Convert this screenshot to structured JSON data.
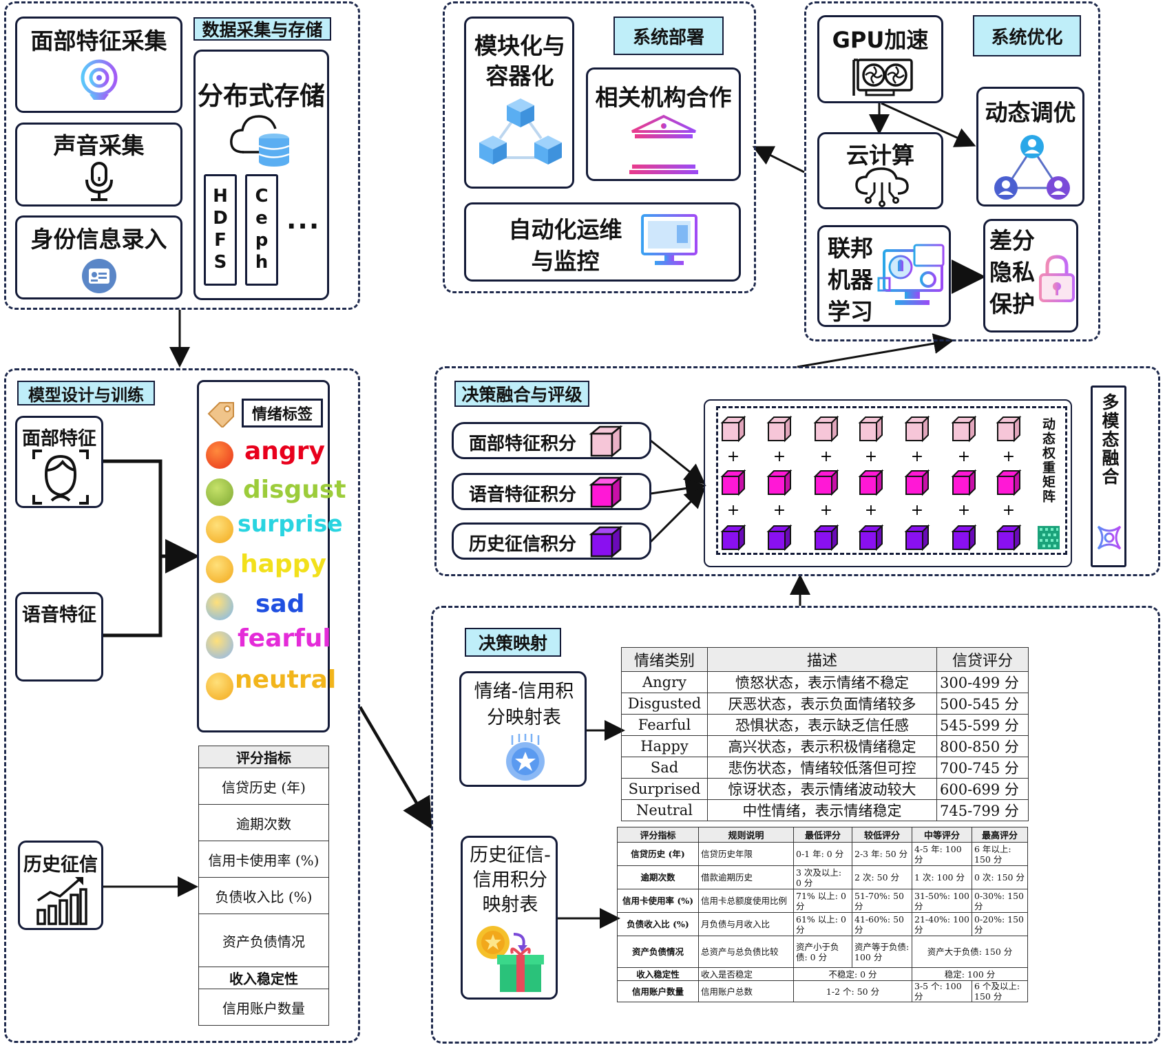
{
  "collect": {
    "face": "面部特征采集",
    "voice": "声音采集",
    "identity": "身份信息录入",
    "tag": "数据采集与存储",
    "storage": "分布式存储",
    "hdfs": "HDFS",
    "ceph": "Ceph",
    "ellipsis": "..."
  },
  "deploy": {
    "tag": "系统部署",
    "modular": "模块化与容器化",
    "partner": "相关机构合作",
    "ops_line1": "自动化运维",
    "ops_line2": "与监控"
  },
  "optimize": {
    "tag": "系统优化",
    "gpu": "GPU加速",
    "cloud": "云计算",
    "tuning": "动态调优",
    "federated": "联邦机器学习",
    "privacy": "差分隐私保护"
  },
  "model": {
    "tag": "模型设计与训练",
    "face": "面部特征",
    "voice": "语音特征",
    "history": "历史征信",
    "emotion_tag": "情绪标签",
    "emotions": [
      {
        "label": "angry",
        "color": "#e8001c"
      },
      {
        "label": "disgust",
        "color": "#9ccc3a"
      },
      {
        "label": "surprise",
        "color": "#29d4e0"
      },
      {
        "label": "happy",
        "color": "#f2e01b"
      },
      {
        "label": "sad",
        "color": "#1f4fe0"
      },
      {
        "label": "fearful",
        "color": "#e42bd8"
      },
      {
        "label": "neutral",
        "color": "#f2b51b"
      }
    ],
    "metrics_header": "评分指标",
    "metrics": [
      "信贷历史 (年)",
      "逾期次数",
      "信用卡使用率 (%)",
      "负债收入比 (%)",
      "资产负债情况",
      "收入稳定性",
      "信用账户数量"
    ]
  },
  "fusion": {
    "tag": "决策融合与评级",
    "face_score": "面部特征积分",
    "voice_score": "语音特征积分",
    "history_score": "历史征信积分",
    "matrix_label": "动态权重矩阵",
    "multimodal": "多模态融合",
    "plus": "+",
    "colors": {
      "row1": "#f6c6d8",
      "row2": "#ff18d6",
      "row3": "#8a10f0"
    }
  },
  "mapping": {
    "tag": "决策映射",
    "emotion_table_title": "情绪-信用积分映射表",
    "history_table_title": "历史征信-信用积分映射表",
    "emotion_table": {
      "headers": [
        "情绪类别",
        "描述",
        "信贷评分"
      ],
      "rows": [
        [
          "Angry",
          "愤怒状态，表示情绪不稳定",
          "300-499 分"
        ],
        [
          "Disgusted",
          "厌恶状态，表示负面情绪较多",
          "500-545 分"
        ],
        [
          "Fearful",
          "恐惧状态，表示缺乏信任感",
          "545-599 分"
        ],
        [
          "Happy",
          "高兴状态，表示积极情绪稳定",
          "800-850 分"
        ],
        [
          "Sad",
          "悲伤状态，情绪较低落但可控",
          "700-745 分"
        ],
        [
          "Surprised",
          "惊讶状态，表示情绪波动较大",
          "600-699 分"
        ],
        [
          "Neutral",
          "中性情绪，表示情绪稳定",
          "745-799 分"
        ]
      ]
    },
    "history_table": {
      "headers": [
        "评分指标",
        "规则说明",
        "最低评分",
        "较低评分",
        "中等评分",
        "最高评分"
      ],
      "rows": [
        [
          "信贷历史 (年)",
          "信贷历史年限",
          "0-1 年: 0 分",
          "2-3 年: 50 分",
          "4-5 年: 100 分",
          "6 年以上: 150 分"
        ],
        [
          "逾期次数",
          "借款逾期历史",
          "3 次及以上: 0 分",
          "2 次: 50 分",
          "1 次: 100 分",
          "0 次: 150 分"
        ],
        [
          "信用卡使用率 (%)",
          "信用卡总额度使用比例",
          "71% 以上: 0 分",
          "51-70%: 50 分",
          "31-50%: 100 分",
          "0-30%: 150 分"
        ],
        [
          "负债收入比 (%)",
          "月负债与月收入比",
          "61% 以上: 0 分",
          "41-60%: 50 分",
          "21-40%: 100 分",
          "0-20%: 150 分"
        ],
        [
          "资产负债情况",
          "总资产与总负债比较",
          "资产小于负债: 0 分",
          "资产等于负债: 100 分",
          "资产大于负债: 150 分"
        ],
        [
          "收入稳定性",
          "收入是否稳定",
          "不稳定: 0 分",
          "稳定: 100 分"
        ],
        [
          "信用账户数量",
          "信用账户总数",
          "1-2 个: 50 分",
          "3-5 个: 100 分",
          "6 个及以上: 150 分"
        ]
      ]
    }
  },
  "icons": [
    "webcam-icon",
    "microphone-icon",
    "id-card-icon",
    "cloud-database-icon",
    "cubes-icon",
    "bank-icon",
    "monitor-icon",
    "gpu-icon",
    "cloud-network-icon",
    "people-network-icon",
    "federated-icon",
    "lock-icon",
    "face-scan-icon",
    "sound-wave-icon",
    "bar-chart-icon",
    "tag-icon",
    "badge-icon",
    "gift-icon",
    "fusion-icon",
    "matrix-icon"
  ]
}
